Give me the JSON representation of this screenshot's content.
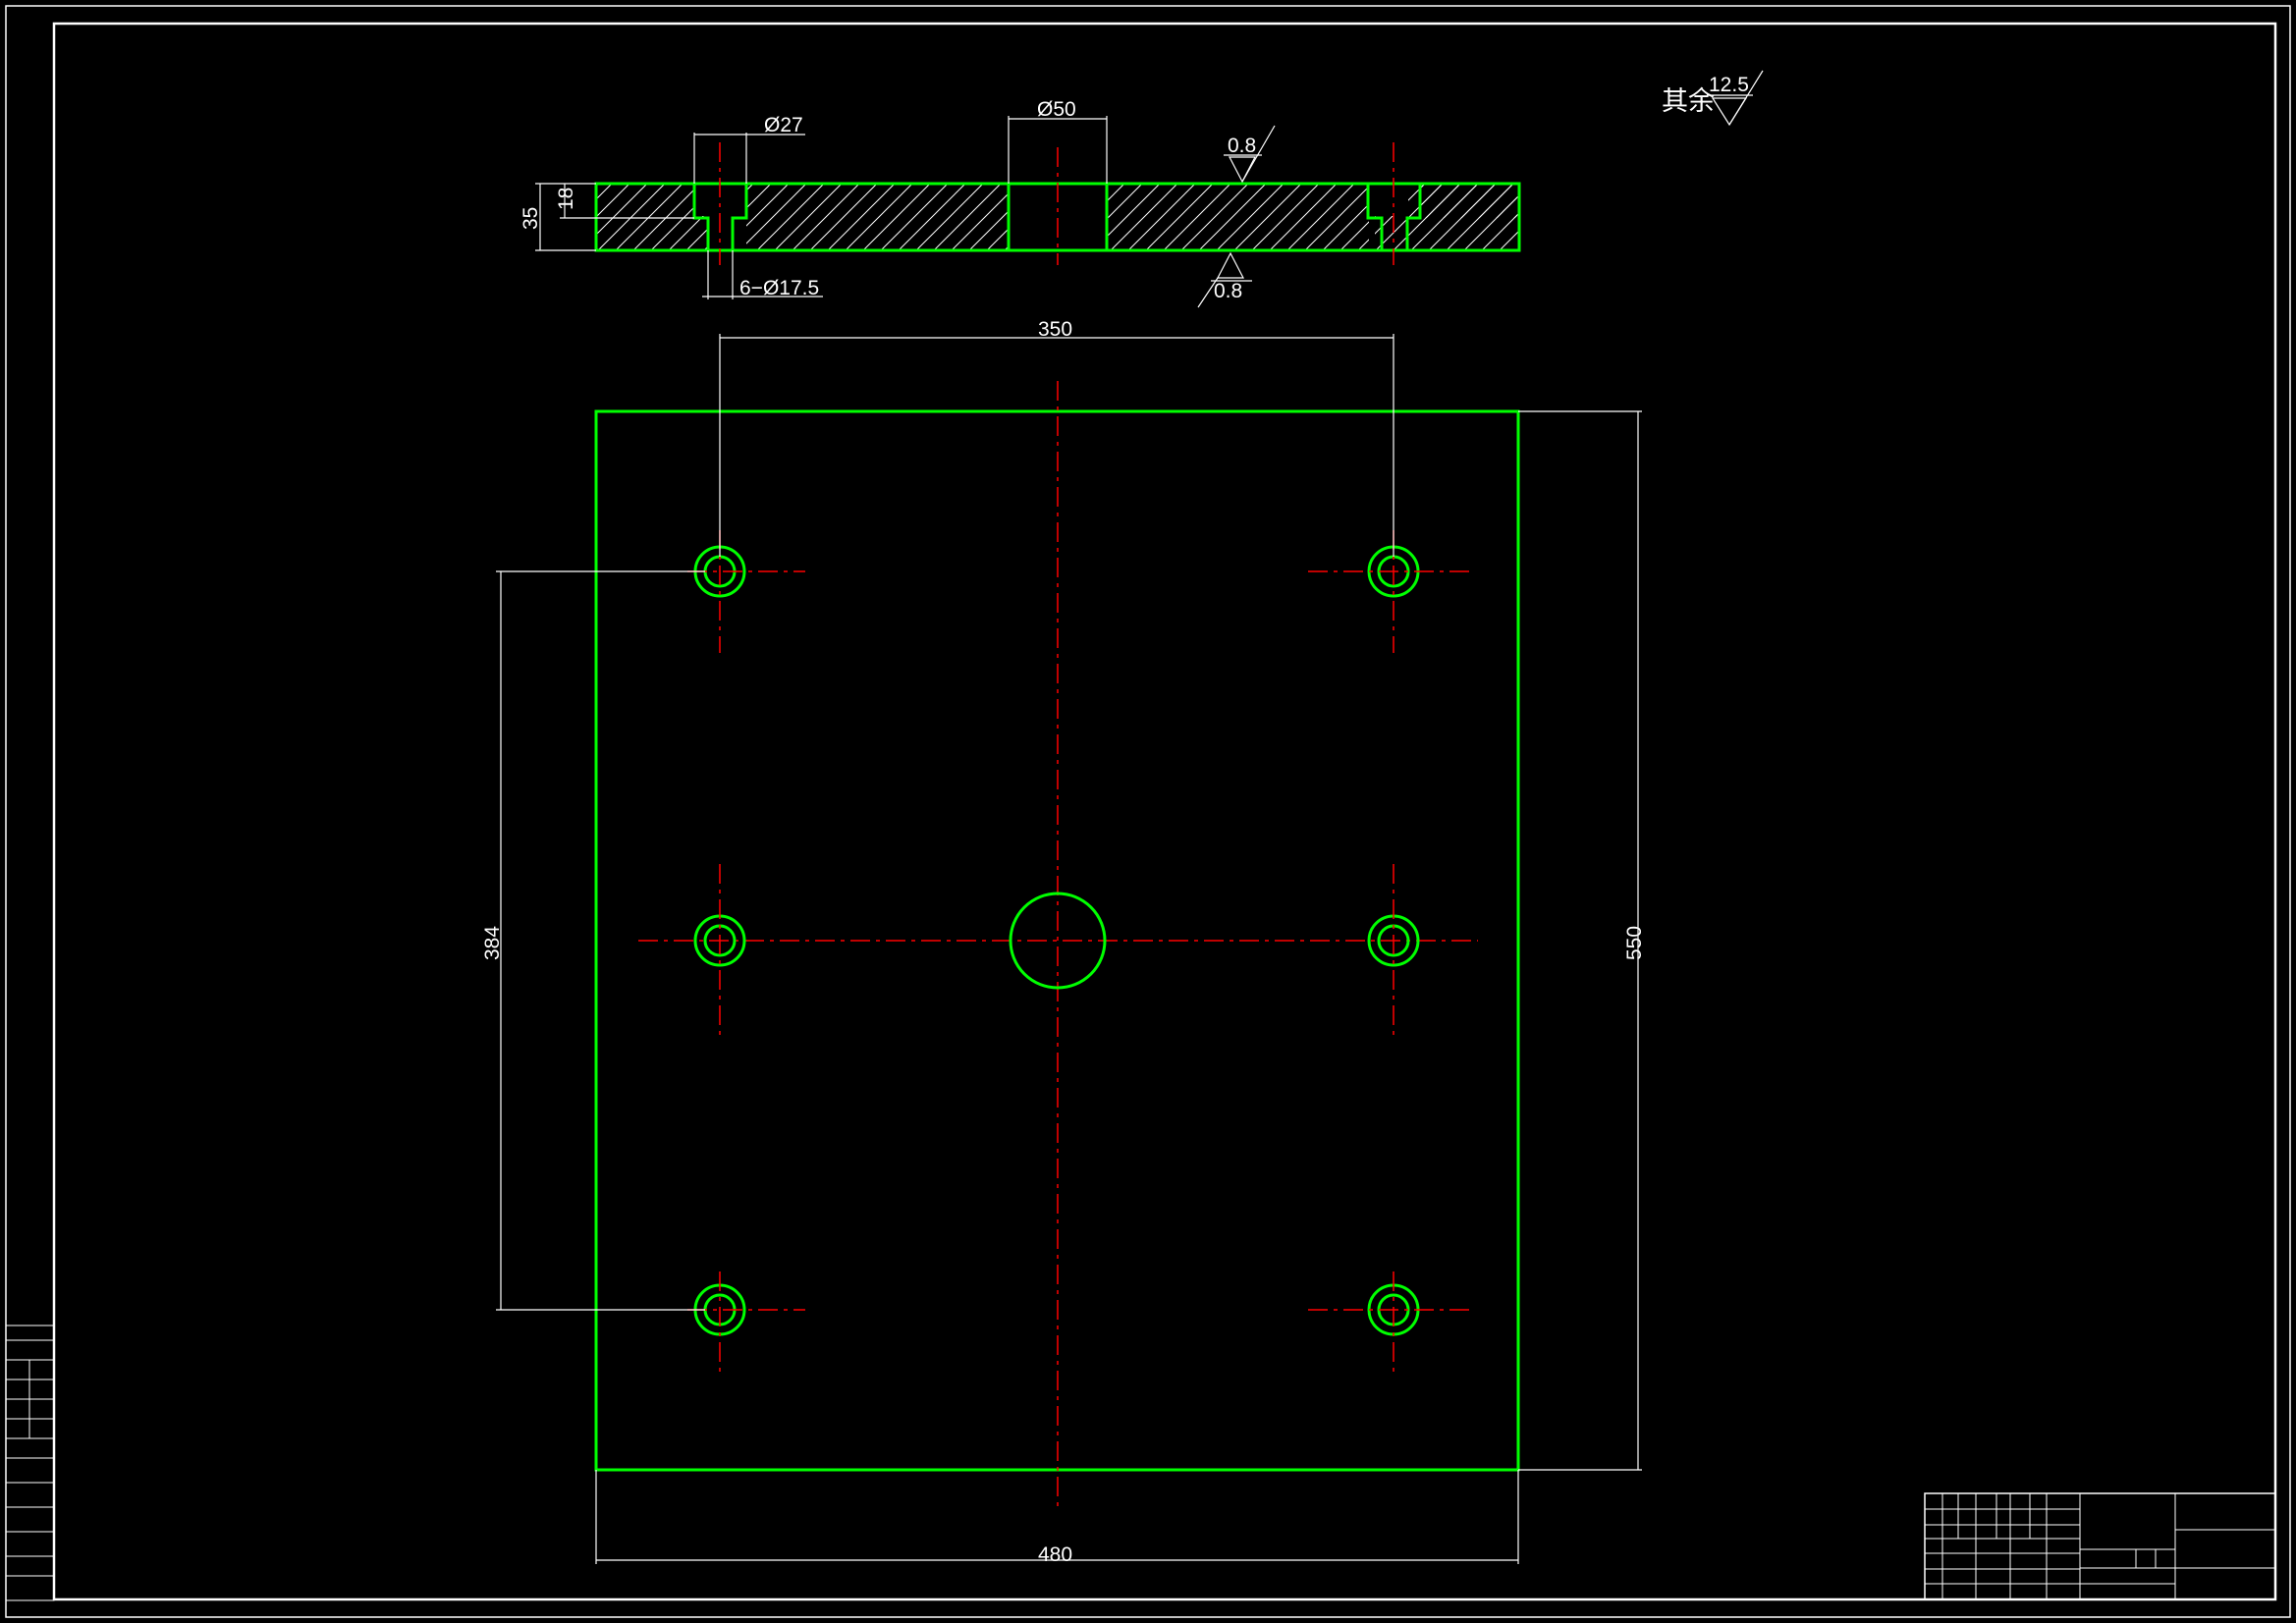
{
  "dimensions": {
    "counterbore_dia": "Ø27",
    "center_hole_dia": "Ø50",
    "total_height": "35",
    "counterbore_depth": "18",
    "through_holes": "6−Ø17.5",
    "hole_spacing_x": "350",
    "hole_spacing_y": "384",
    "plate_height": "550",
    "plate_width": "480"
  },
  "roughness": {
    "top_surface": "0.8",
    "bottom_surface": "0.8",
    "others_label": "其余",
    "others_value": "12.5"
  },
  "colors": {
    "background": "#000000",
    "outline": "#00ff00",
    "center_line": "#ff0000",
    "dimension": "#ffffff"
  }
}
